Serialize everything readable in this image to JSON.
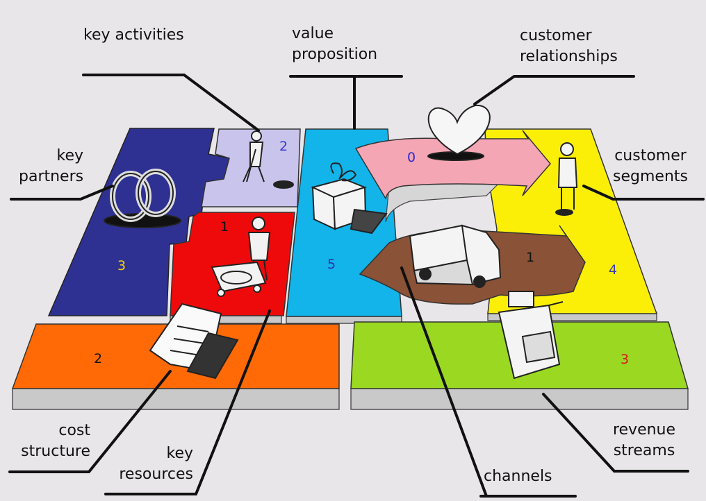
{
  "labels": {
    "key_activities": "key activities",
    "value_proposition": [
      "value",
      "proposition"
    ],
    "customer_relationships": [
      "customer",
      "relationships"
    ],
    "key_partners": [
      "key",
      "partners"
    ],
    "customer_segments": [
      "customer",
      "segments"
    ],
    "cost_structure": [
      "cost",
      "structure"
    ],
    "key_resources": [
      "key",
      "resources"
    ],
    "channels": "channels",
    "revenue_streams": [
      "revenue",
      "streams"
    ]
  },
  "blocks": {
    "key_partners": {
      "number": "3",
      "color": "#2e3192",
      "number_color": "#f5d20a"
    },
    "key_activities": {
      "number": "2",
      "color": "#c9c4ec",
      "number_color": "#3a3ad0"
    },
    "key_resources": {
      "number": "1",
      "color": "#ee0a0a",
      "number_color": "#111111"
    },
    "value_proposition": {
      "number": "5",
      "color": "#12b4ea",
      "number_color": "#2a2aaa"
    },
    "customer_relationships": {
      "number": "0",
      "color": "#f4a6b4",
      "number_color": "#2a2ad0"
    },
    "channels": {
      "number": "1",
      "color": "#8a5236",
      "number_color": "#111111"
    },
    "customer_segments": {
      "number": "4",
      "color": "#fbef08",
      "number_color": "#3a3ab0"
    },
    "cost_structure": {
      "number": "2",
      "color": "#ff6a06",
      "number_color": "#111111"
    },
    "revenue_streams": {
      "number": "3",
      "color": "#9ad822",
      "number_color": "#e01010"
    }
  },
  "icons": [
    "rings-icon",
    "digging-figure-icon",
    "figure-with-cart-icon",
    "gift-box-icon",
    "heart-icon",
    "delivery-truck-icon",
    "standing-person-icon",
    "cash-register-icon",
    "document-icon"
  ]
}
